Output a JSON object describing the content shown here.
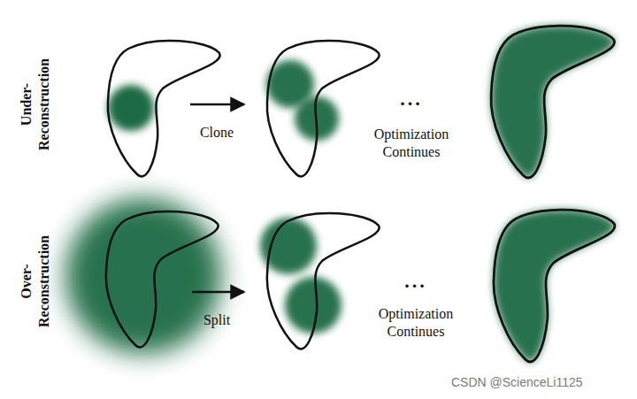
{
  "diagram": {
    "labels": [
      "Under- Reconstruction",
      "Clone",
      "...",
      "Optimization Continues",
      "Over- Reconstruction",
      "Split",
      "...",
      "Optimization Continues",
      "CSDN @ScienceLi1125"
    ]
  }
}
